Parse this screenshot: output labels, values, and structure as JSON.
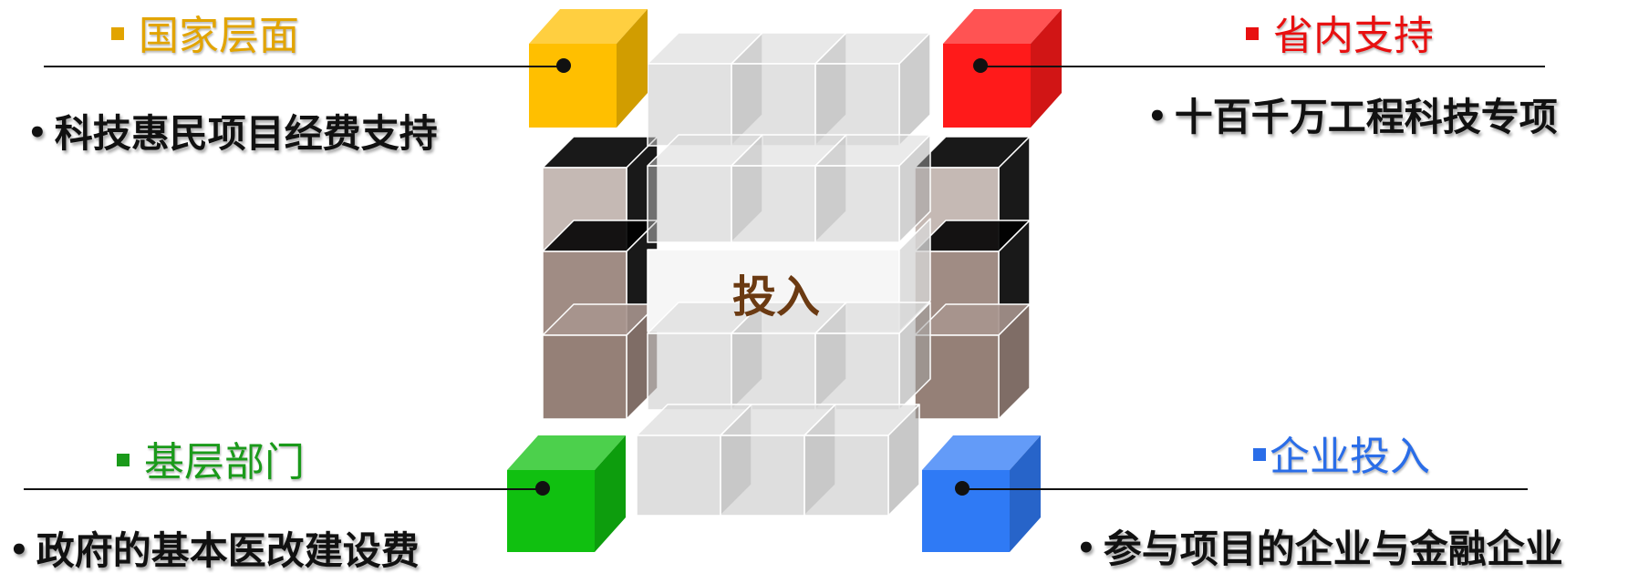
{
  "center": {
    "label": "投入",
    "label_color": "#6b3a12"
  },
  "quadrants": {
    "top_left": {
      "heading": "国家层面",
      "item": "科技惠民项目经费支持",
      "color": "#e2a400",
      "cube_color": "#ffbf00"
    },
    "top_right": {
      "heading": "省内支持",
      "item": "十百千万工程科技专项",
      "color": "#e81010",
      "cube_color": "#ff1a1a"
    },
    "bottom_left": {
      "heading": "基层部门",
      "item": "政府的基本医改建设费",
      "color": "#1a9a1a",
      "cube_color": "#10c010"
    },
    "bottom_right": {
      "heading": "企业投入",
      "item": "参与项目的企业与金融企业",
      "color": "#2a6de8",
      "cube_color": "#2f7af5"
    }
  },
  "colors": {
    "glass": "#c8c8c8",
    "brown": "#8a7268"
  }
}
